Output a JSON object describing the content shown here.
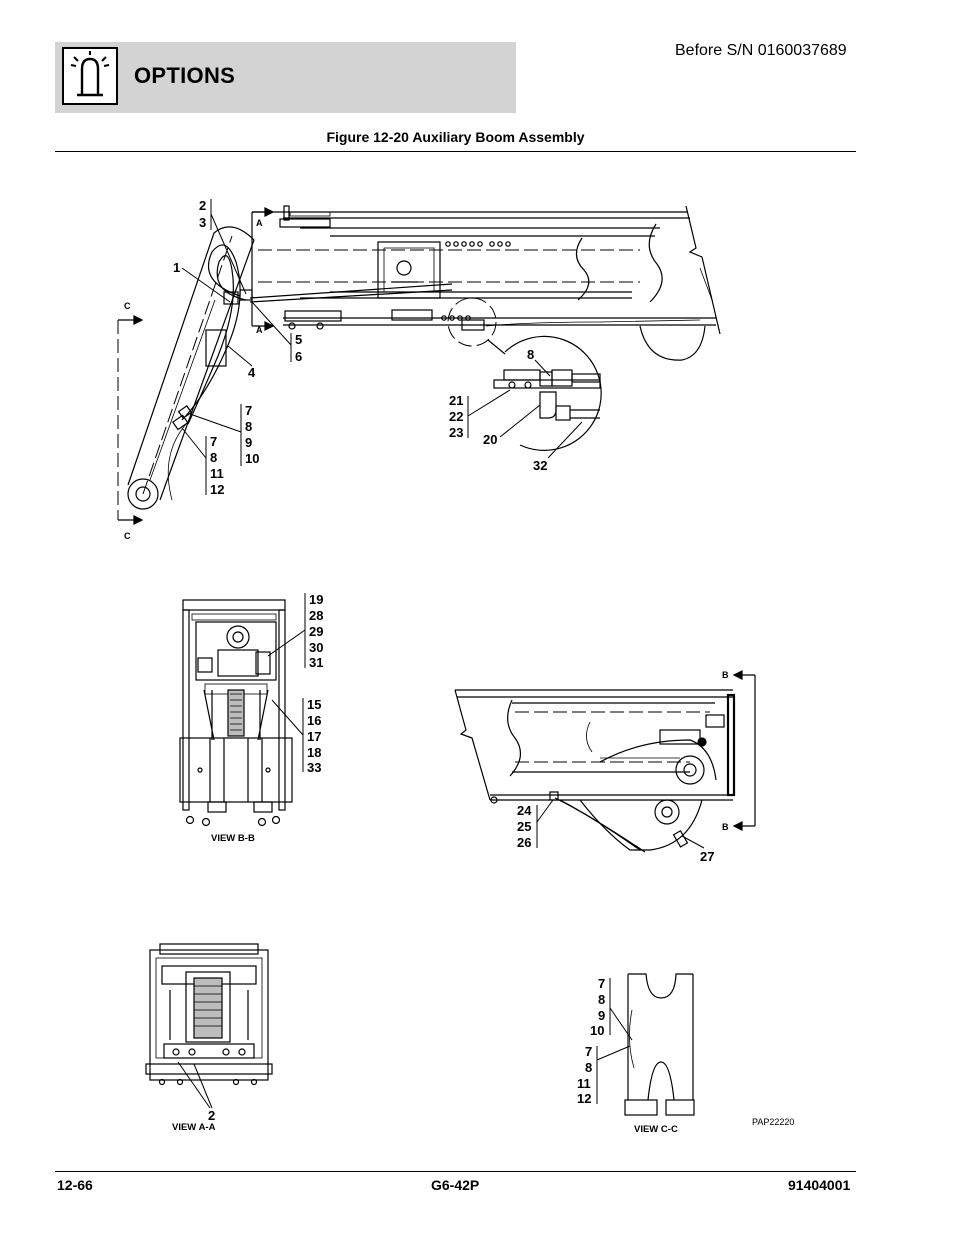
{
  "header": {
    "serial_note": "Before S/N 0160037689",
    "section_title": "OPTIONS",
    "icon": "options-lamp-icon"
  },
  "figure": {
    "caption": "Figure 12-20 Auxiliary Boom Assembly",
    "drawing_id": "PAP22220"
  },
  "main_view": {
    "section_a": [
      "A",
      "A"
    ],
    "section_c": [
      "C",
      "C"
    ],
    "callouts_2_3": [
      "2",
      "3"
    ],
    "callout_1": "1",
    "callouts_5_6": [
      "5",
      "6"
    ],
    "callout_4": "4",
    "callouts_7_8_9_10": [
      "7",
      "8",
      "9",
      "10"
    ],
    "callouts_7_8_11_12": [
      "7",
      "8",
      "11",
      "12"
    ]
  },
  "detail_view": {
    "callout_8": "8",
    "callouts_21_22_23": [
      "21",
      "22",
      "23"
    ],
    "callout_20": "20",
    "callout_32": "32"
  },
  "view_bb": {
    "label": "VIEW B-B",
    "callouts_upper": [
      "19",
      "28",
      "29",
      "30",
      "31"
    ],
    "callouts_lower": [
      "15",
      "16",
      "17",
      "18",
      "33"
    ]
  },
  "end_view": {
    "section_b": [
      "B",
      "B"
    ],
    "callouts_24_25_26": [
      "24",
      "25",
      "26"
    ],
    "callout_27": "27"
  },
  "view_aa": {
    "label": "VIEW A-A",
    "callout_2": "2"
  },
  "view_cc": {
    "label": "VIEW C-C",
    "callouts_upper": [
      "7",
      "8",
      "9",
      "10"
    ],
    "callouts_lower": [
      "7",
      "8",
      "11",
      "12"
    ]
  },
  "footer": {
    "page_number": "12-66",
    "model": "G6-42P",
    "document_number": "91404001"
  }
}
